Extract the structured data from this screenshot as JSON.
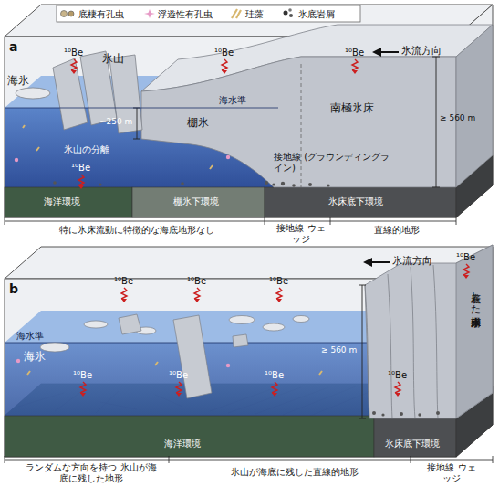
{
  "diagram": {
    "labels": [
      "a",
      "海氷",
      "¹⁰Be",
      "氷山",
      "¹⁰Be",
      "¹⁰Be",
      "氷流方向",
      "海水準",
      "~250 m",
      "棚氷",
      "氷山の分離",
      "南極氷床",
      "≥ 560 m",
      "¹⁰Be",
      "接地線 (グラウンディングライン)",
      "海洋環境",
      "棚氷下環境",
      "氷床底下環境",
      "特に氷床流動に特徴的な海底地形なし",
      "接地線 ウェッジ",
      "直線的地形",
      "b",
      "¹⁰Be",
      "¹⁰Be",
      "¹⁰Be",
      "氷流方向",
      "¹⁰Be",
      "海水準",
      "海氷",
      "≥ 560 m",
      "着底した南極氷床氷床",
      "¹⁰Be",
      "¹⁰Be",
      "¹⁰Be",
      "¹⁰Be",
      "海洋環境",
      "氷床底下環境",
      "ランダムな方向を持つ 氷山が海底に残した地形",
      "氷山が海底に残した直線的地形",
      "接地線 ウェッジ"
    ],
    "legend": [
      {
        "text": "底棲有孔虫"
      },
      {
        "text": "浮遊性有孔虫"
      },
      {
        "text": "珪藻"
      },
      {
        "text": "氷底岩屑"
      }
    ]
  }
}
